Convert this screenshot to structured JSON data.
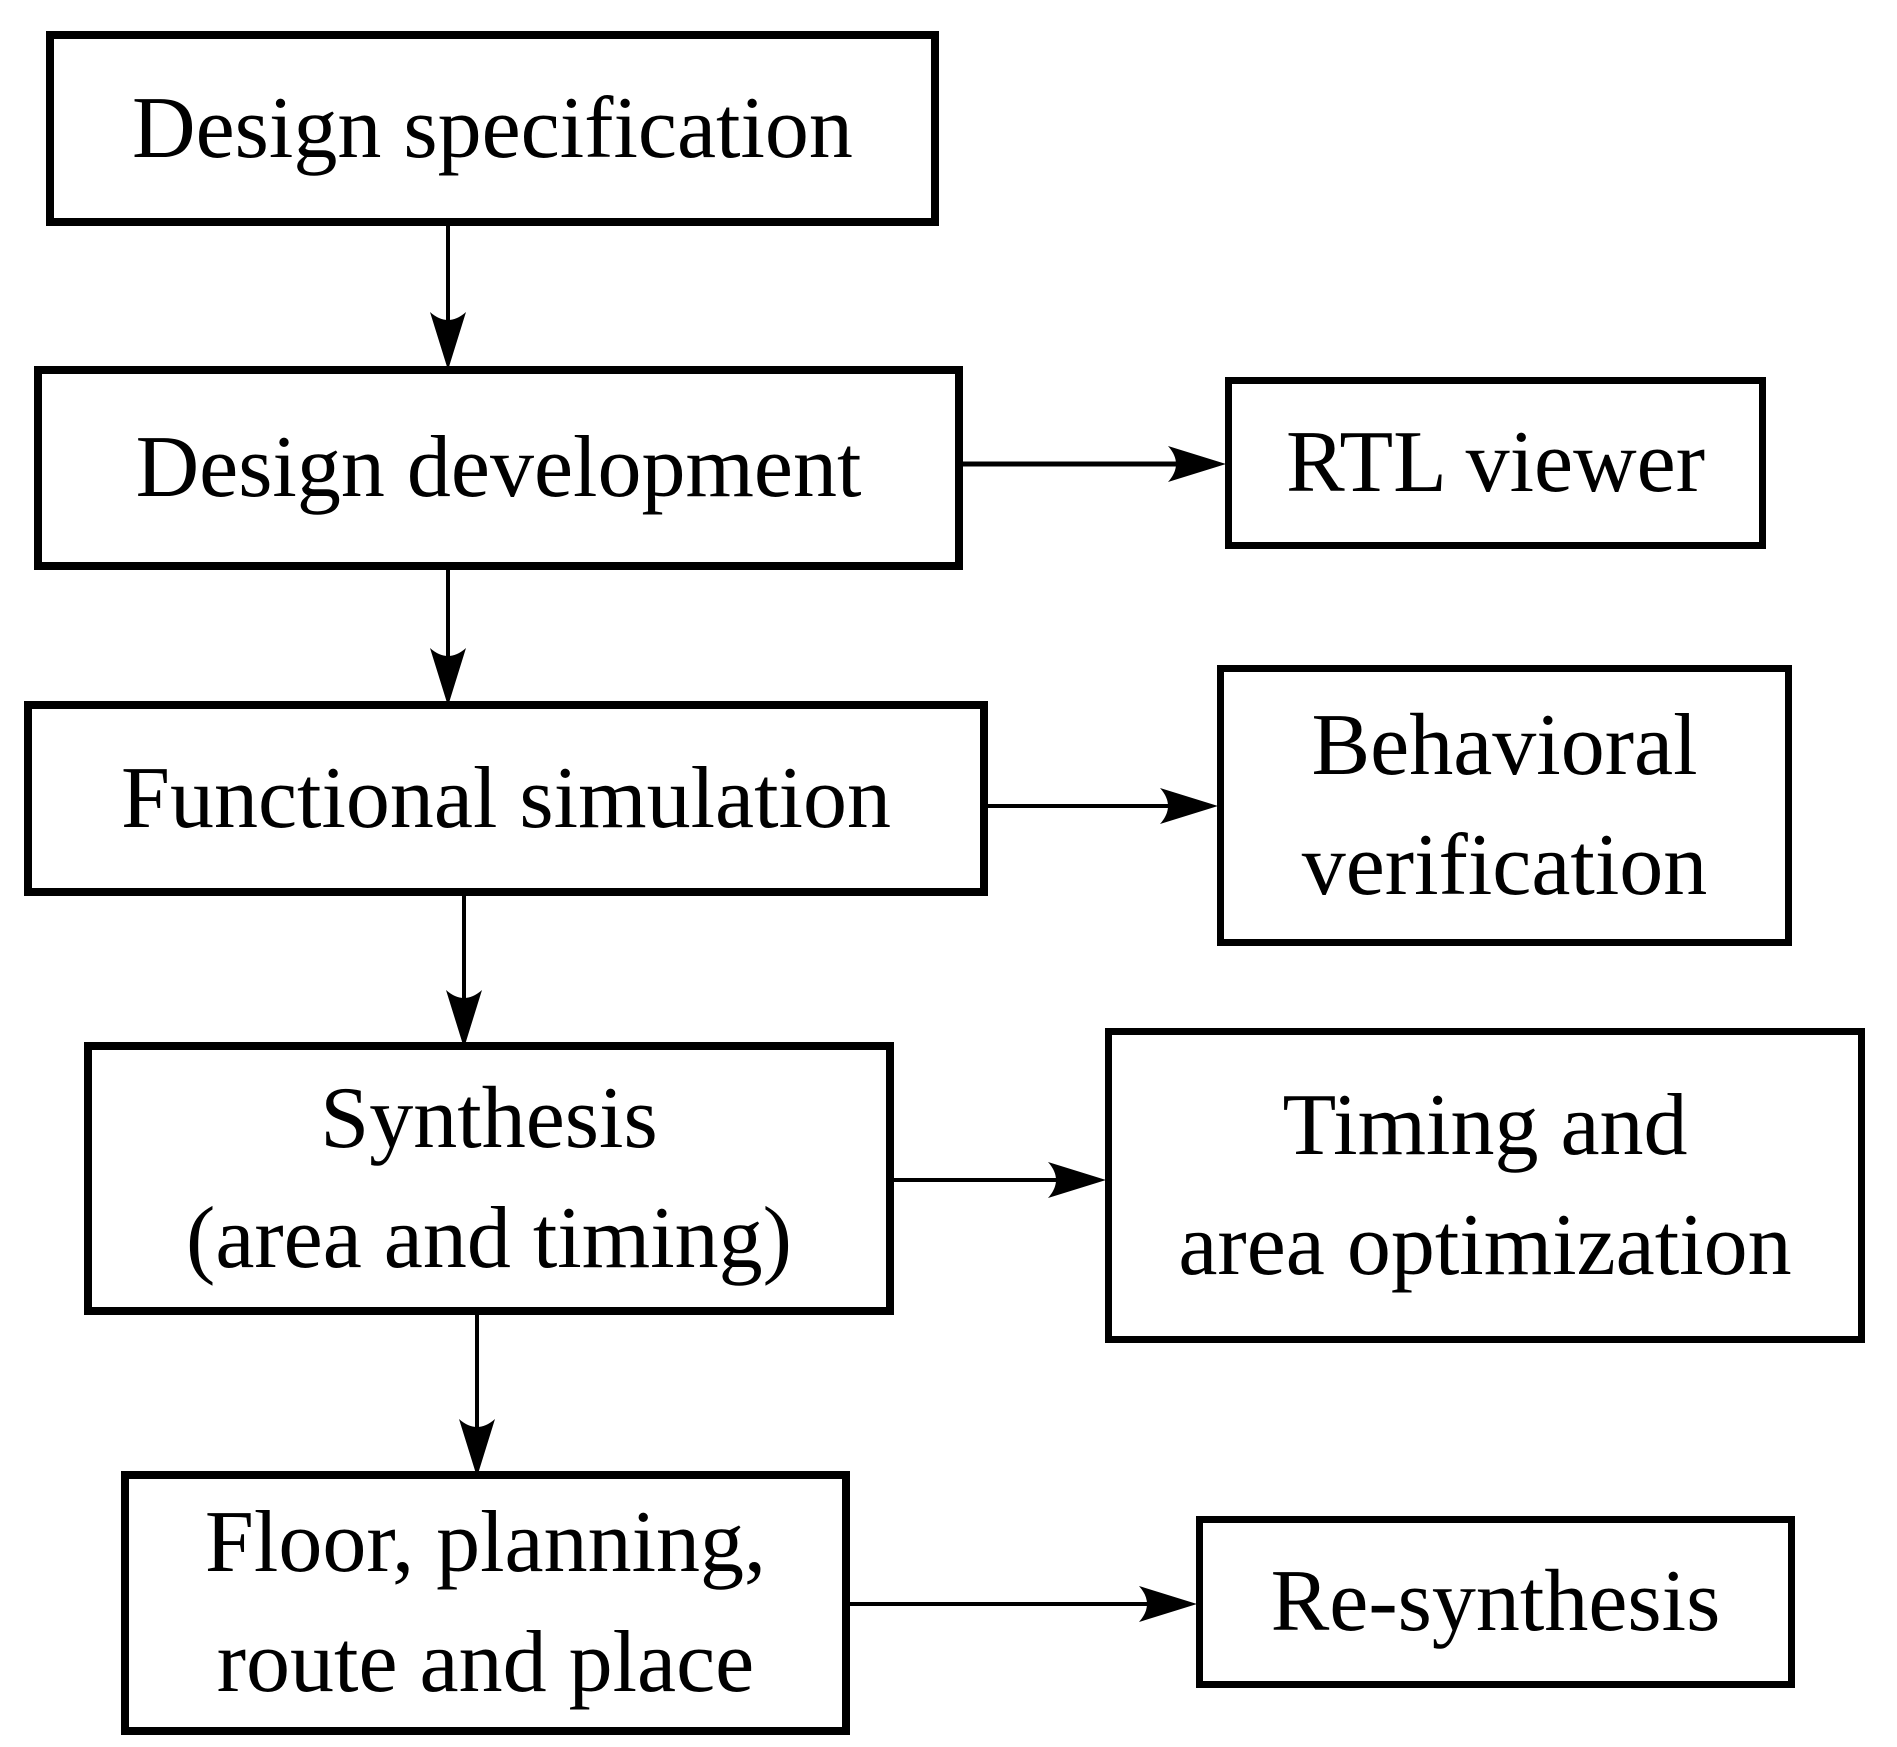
{
  "nodes": {
    "design_specification": {
      "label": "Design specification"
    },
    "design_development": {
      "label": "Design development"
    },
    "functional_simulation": {
      "label": "Functional simulation"
    },
    "synthesis": {
      "label": "Synthesis\n(area and timing)"
    },
    "floor_planning_route_place": {
      "label": "Floor, planning,\nroute and place"
    },
    "rtl_viewer": {
      "label": "RTL viewer"
    },
    "behavioral_verification": {
      "label": "Behavioral\nverification"
    },
    "timing_area_optimization": {
      "label": "Timing and\narea optimization"
    },
    "re_synthesis": {
      "label": "Re-synthesis"
    }
  },
  "edges": [
    {
      "from": "design_specification",
      "to": "design_development",
      "direction": "down"
    },
    {
      "from": "design_development",
      "to": "functional_simulation",
      "direction": "down"
    },
    {
      "from": "functional_simulation",
      "to": "synthesis",
      "direction": "down"
    },
    {
      "from": "synthesis",
      "to": "floor_planning_route_place",
      "direction": "down"
    },
    {
      "from": "design_development",
      "to": "rtl_viewer",
      "direction": "right"
    },
    {
      "from": "functional_simulation",
      "to": "behavioral_verification",
      "direction": "right"
    },
    {
      "from": "synthesis",
      "to": "timing_area_optimization",
      "direction": "right"
    },
    {
      "from": "floor_planning_route_place",
      "to": "re_synthesis",
      "direction": "right"
    }
  ],
  "colors": {
    "background": "#ffffff",
    "box_border": "#000000",
    "text": "#000000",
    "arrow": "#000000"
  }
}
